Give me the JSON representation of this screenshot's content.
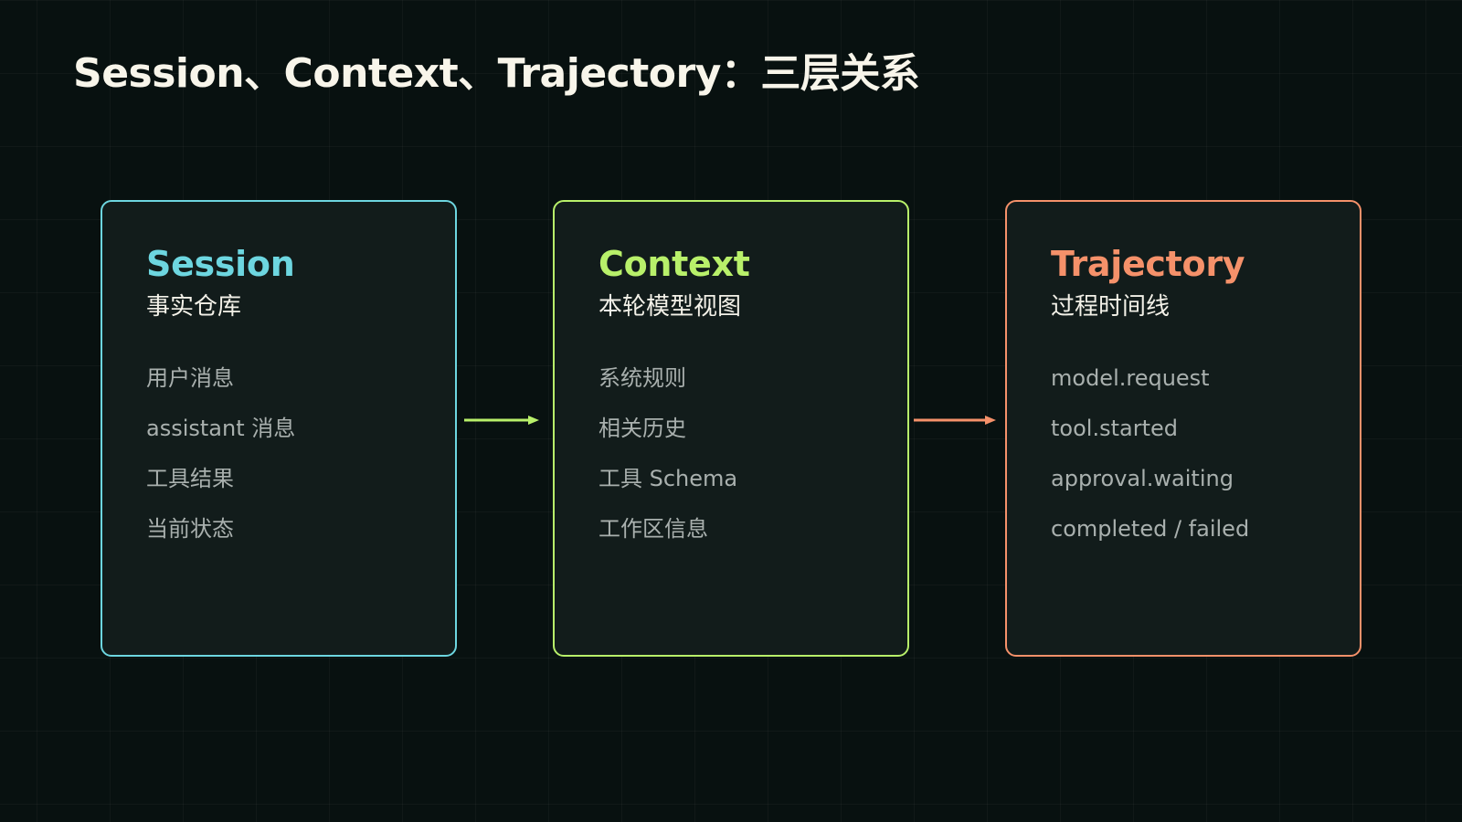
{
  "title": "Session、Context、Trajectory：三层关系",
  "cards": [
    {
      "title": "Session",
      "subtitle": "事实仓库",
      "color": "#6dd6e0",
      "items": [
        "用户消息",
        "assistant 消息",
        "工具结果",
        "当前状态"
      ]
    },
    {
      "title": "Context",
      "subtitle": "本轮模型视图",
      "color": "#b8f06a",
      "items": [
        "系统规则",
        "相关历史",
        "工具 Schema",
        "工作区信息"
      ]
    },
    {
      "title": "Trajectory",
      "subtitle": "过程时间线",
      "color": "#f5916a",
      "items": [
        "model.request",
        "tool.started",
        "approval.waiting",
        "completed / failed"
      ]
    }
  ],
  "arrows": [
    {
      "from": "Session",
      "to": "Context",
      "color": "#b8f06a"
    },
    {
      "from": "Context",
      "to": "Trajectory",
      "color": "#f5916a"
    }
  ]
}
